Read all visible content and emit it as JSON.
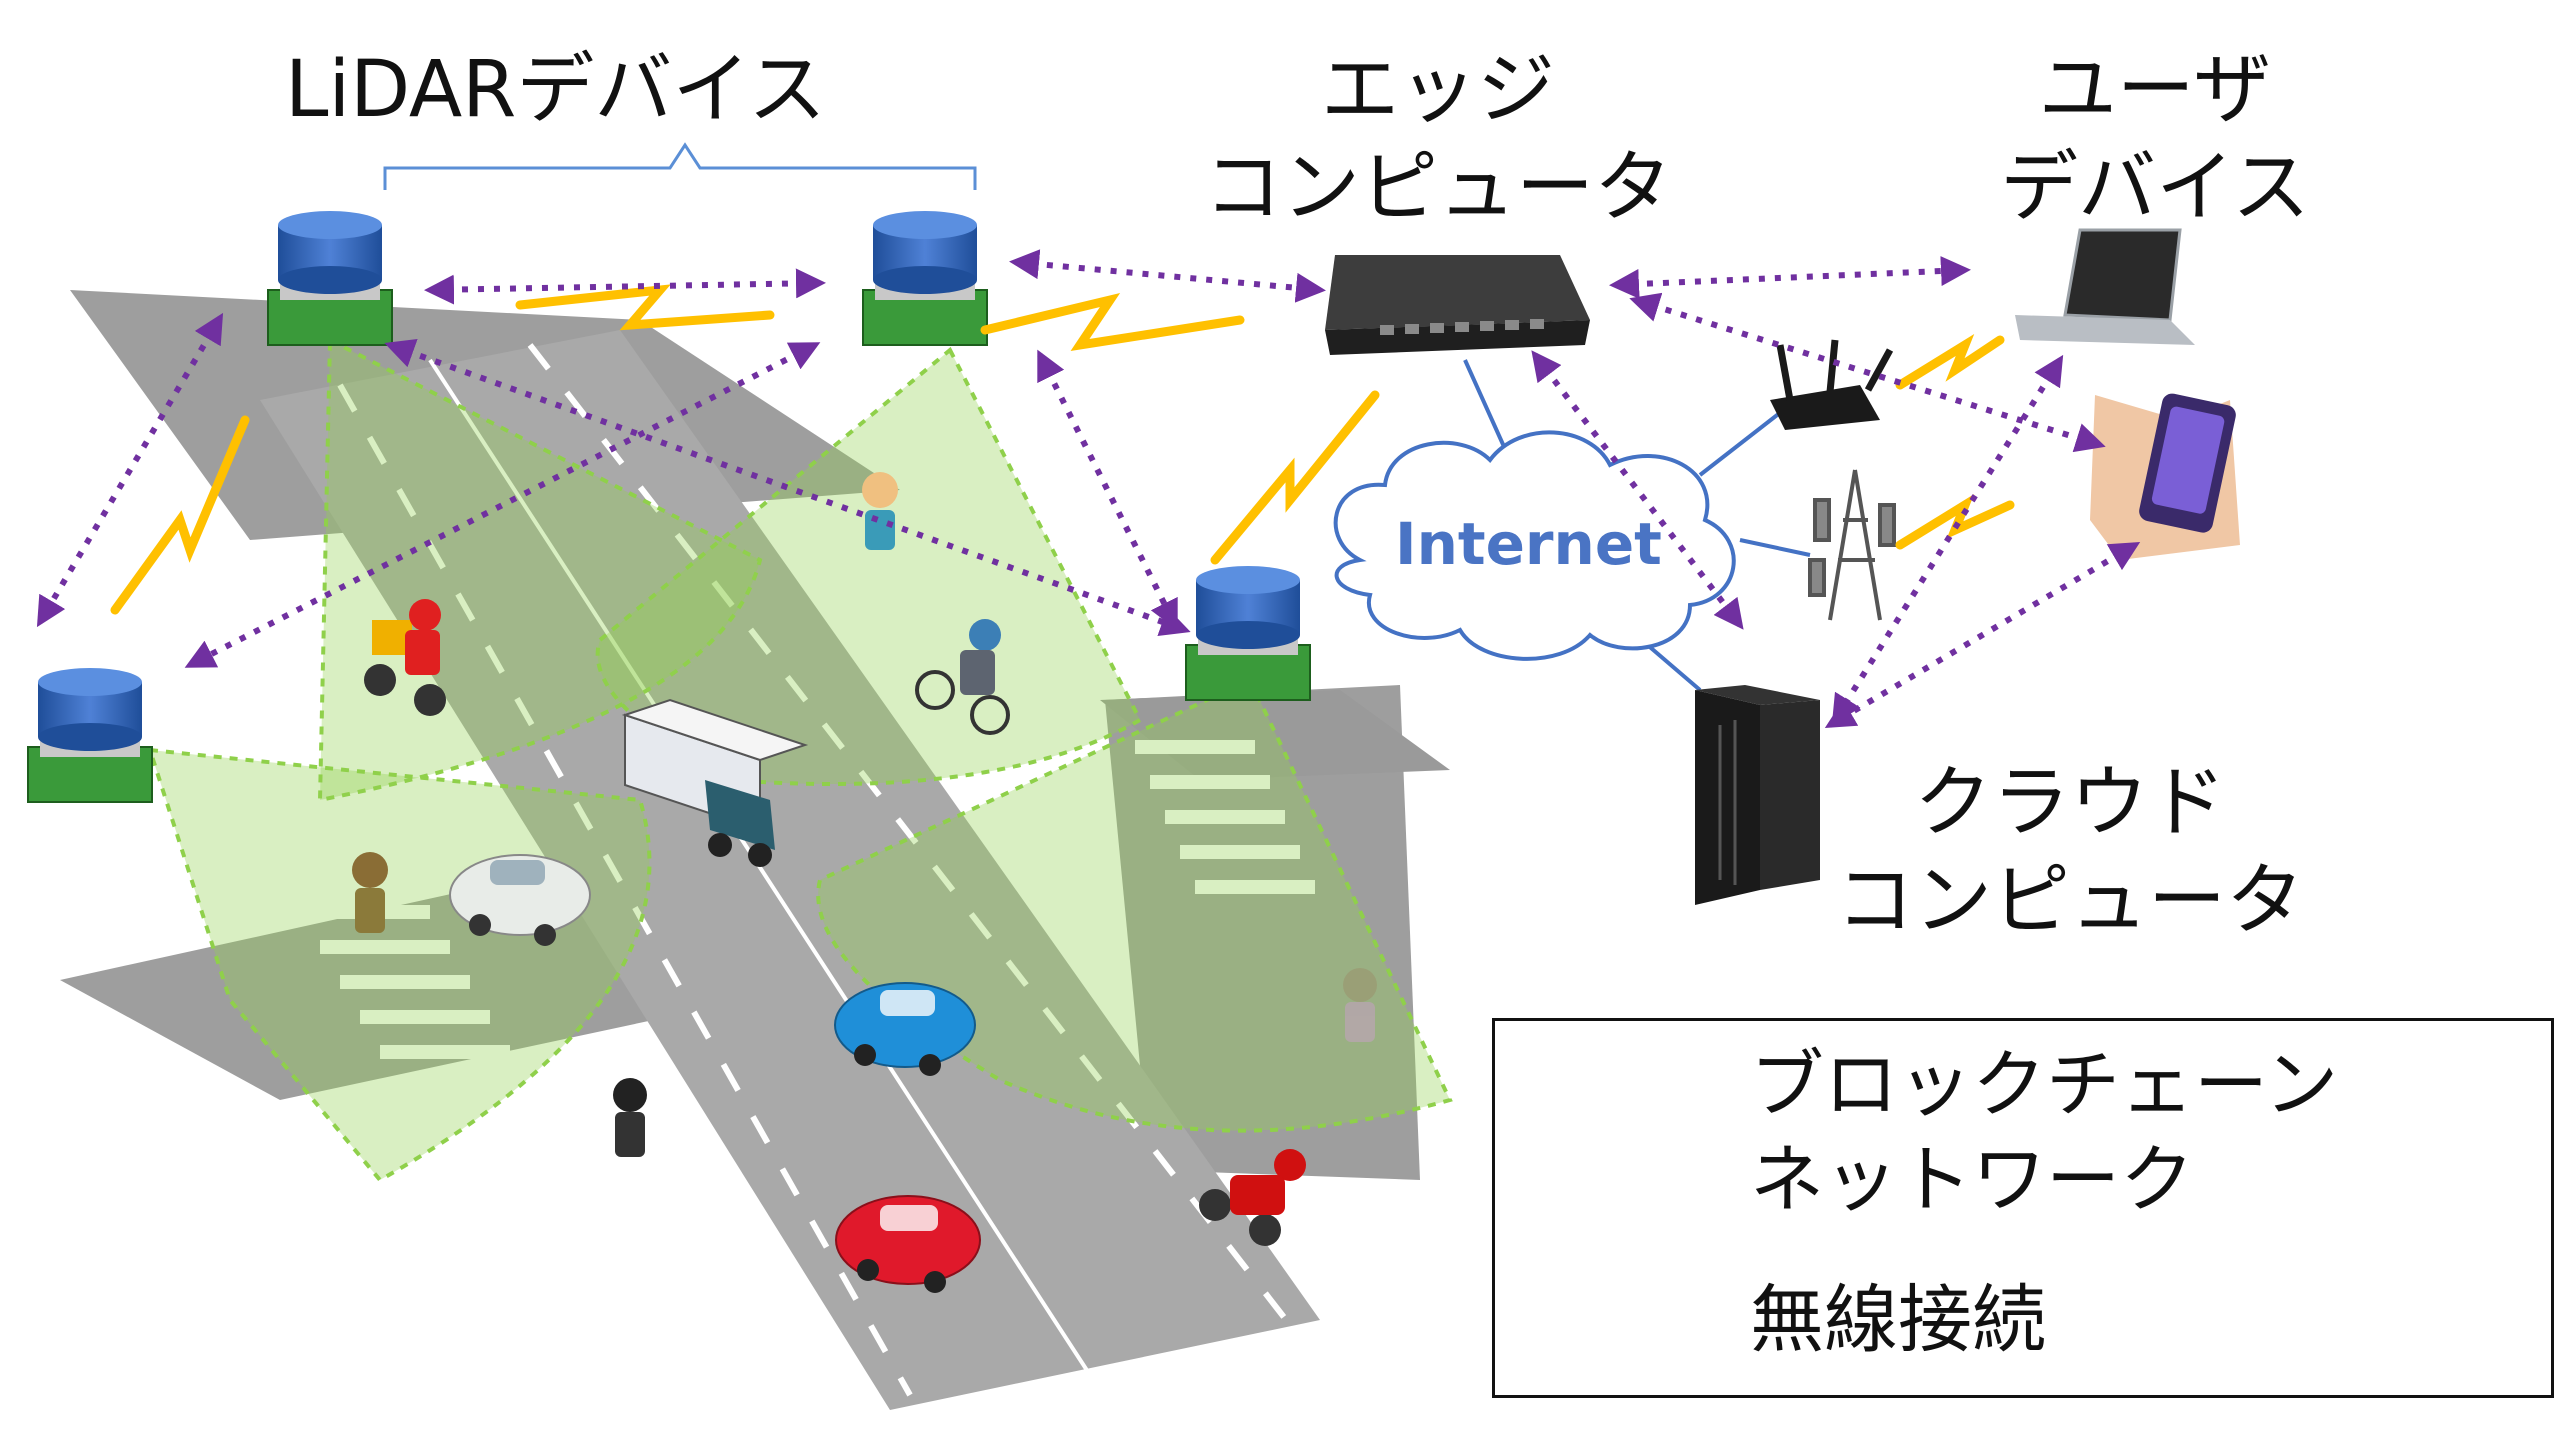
{
  "labels": {
    "lidar": "LiDARデバイス",
    "edge_line1": "エッジ",
    "edge_line2": "コンピュータ",
    "user_line1": "ユーザ",
    "user_line2": "デバイス",
    "cloud_line1": "クラウド",
    "cloud_line2": "コンピュータ",
    "internet": "Internet"
  },
  "legend": {
    "blockchain_line1": "ブロックチェーン",
    "blockchain_line2": "ネットワーク",
    "wireless": "無線接続"
  },
  "colors": {
    "blockchain_arrow": "#7030a0",
    "wireless_link": "#ffc000",
    "network_line": "#4472c4",
    "lidar_fov": "#92d050",
    "road": "#a6a6a6"
  }
}
